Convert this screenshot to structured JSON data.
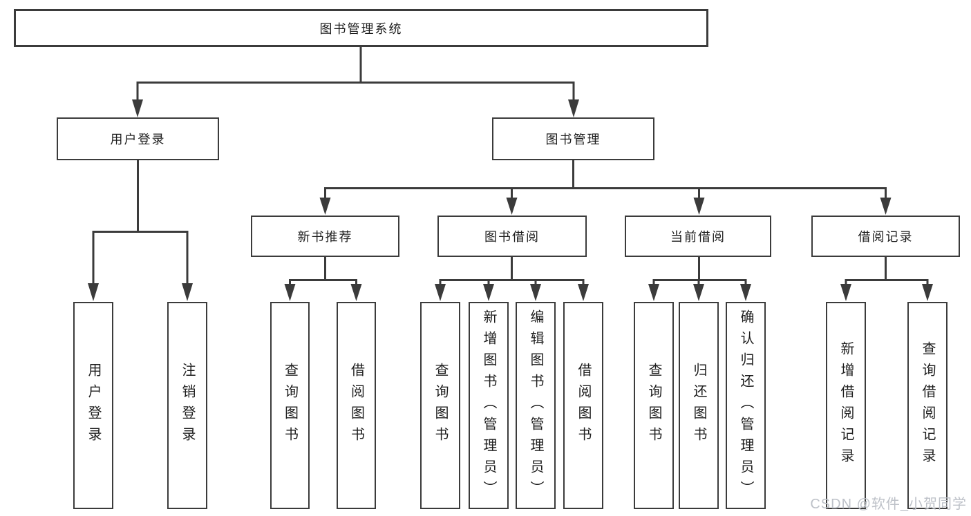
{
  "diagram": {
    "root": {
      "label": "图书管理系统"
    },
    "branches": [
      {
        "label": "用户登录",
        "children": [
          {
            "label": "用户登录"
          },
          {
            "label": "注销登录"
          }
        ]
      },
      {
        "label": "图书管理",
        "children": [
          {
            "label": "新书推荐",
            "children": [
              {
                "label": "查询图书"
              },
              {
                "label": "借阅图书"
              }
            ]
          },
          {
            "label": "图书借阅",
            "children": [
              {
                "label": "查询图书"
              },
              {
                "label": "新增图书（管理员）"
              },
              {
                "label": "编辑图书（管理员）"
              },
              {
                "label": "借阅图书"
              }
            ]
          },
          {
            "label": "当前借阅",
            "children": [
              {
                "label": "查询图书"
              },
              {
                "label": "归还图书"
              },
              {
                "label": "确认归还（管理员）"
              }
            ]
          },
          {
            "label": "借阅记录",
            "children": [
              {
                "label": "新增借阅记录"
              },
              {
                "label": "查询借阅记录"
              }
            ]
          }
        ]
      }
    ]
  },
  "watermark": {
    "text": "CSDN @软件_小贺同学"
  },
  "colors": {
    "line": "#3b3b3b",
    "text": "#1e1e1e",
    "watermark": "#bdc1c8",
    "background": "#ffffff"
  }
}
